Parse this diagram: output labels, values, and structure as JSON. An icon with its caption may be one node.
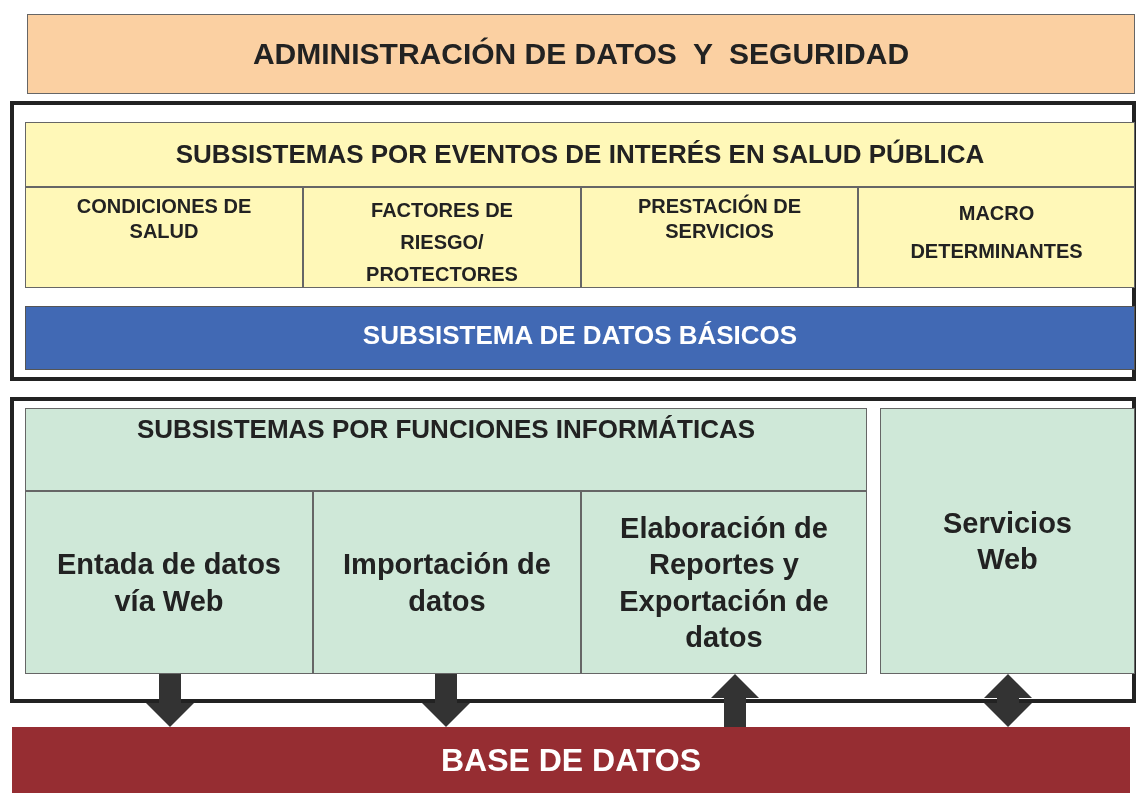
{
  "diagram": {
    "nodes": [
      {
        "text": [
          "ADMINISTRACIÓN DE DATOS  Y  SEGURIDAD"
        ]
      },
      {
        "text": [],
        "shape": "box"
      },
      {
        "text": [
          "SUBSISTEMAS POR EVENTOS DE INTERÉS EN SALUD PÚBLICA"
        ],
        "in": 1
      },
      {
        "text": [
          "CONDICIONES DE SALUD"
        ],
        "in": 1
      },
      {
        "text": [
          "FACTORES DE RIESGO/ PROTECTORES"
        ],
        "in": 1
      },
      {
        "text": [
          "PRESTACIÓN DE SERVICIOS"
        ],
        "in": 1
      },
      {
        "text": [
          "MACRO DETERMINANTES"
        ],
        "in": 1
      },
      {
        "text": [
          "SUBSISTEMA DE DATOS BÁSICOS"
        ],
        "in": 1
      },
      {
        "text": [],
        "shape": "box"
      },
      {
        "text": [
          "SUBSISTEMAS POR FUNCIONES INFORMÁTICAS"
        ],
        "in": 8
      },
      {
        "text": [
          "Entada de datos vía Web"
        ],
        "in": 8
      },
      {
        "text": [
          "Importación de datos"
        ],
        "in": 8
      },
      {
        "text": [
          "Elaboración de Reportes y Exportación de datos"
        ],
        "in": 8
      },
      {
        "text": [
          "Servicios Web"
        ],
        "in": 8
      },
      {
        "text": [
          "BASE DE DATOS"
        ]
      }
    ],
    "edges": [
      {
        "from": 10,
        "to": 14,
        "arrow": "to",
        "style": "thick"
      },
      {
        "from": 11,
        "to": 14,
        "arrow": "to",
        "style": "thick"
      },
      {
        "from": 14,
        "to": 12,
        "arrow": "to",
        "style": "thick"
      },
      {
        "from": 13,
        "to": 14,
        "arrow": "both",
        "style": "thick"
      }
    ]
  }
}
